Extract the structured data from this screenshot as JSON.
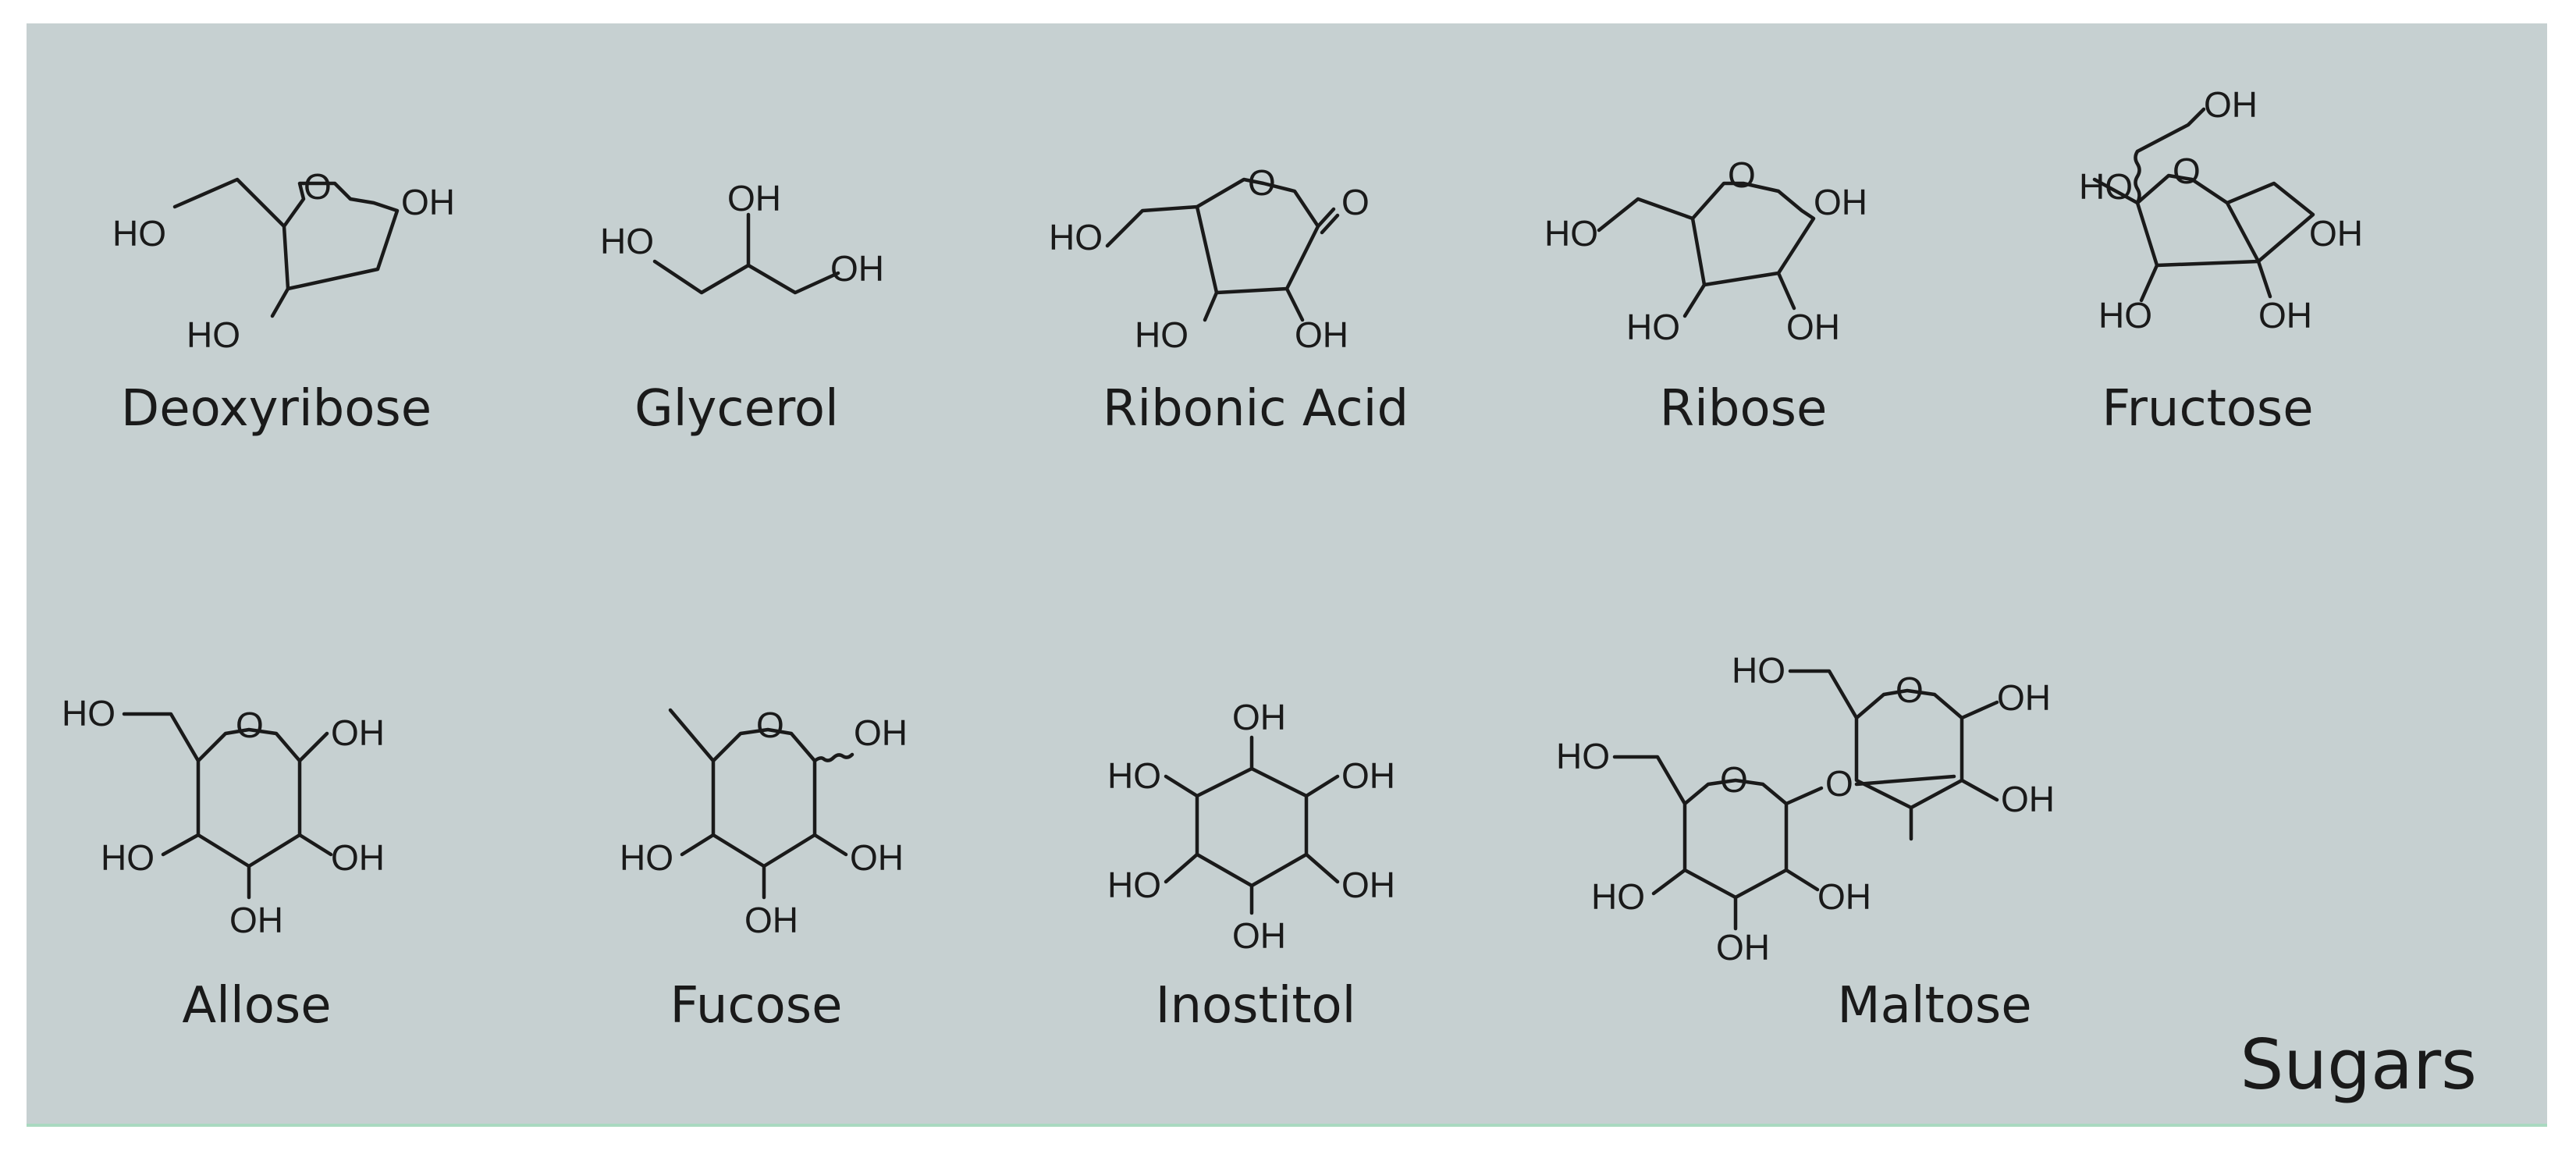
{
  "panel": {
    "section_label": "Sugars",
    "background": "#c6d0d1"
  },
  "molecules": [
    {
      "name": "Deoxyribose",
      "labels": [
        "HO",
        "O",
        "OH",
        "HO"
      ]
    },
    {
      "name": "Glycerol",
      "labels": [
        "HO",
        "OH",
        "OH"
      ]
    },
    {
      "name": "Ribonic Acid",
      "labels": [
        "HO",
        "O",
        "O",
        "HO",
        "OH"
      ]
    },
    {
      "name": "Ribose",
      "labels": [
        "HO",
        "O",
        "OH",
        "HO",
        "OH"
      ]
    },
    {
      "name": "Fructose",
      "labels": [
        "OH",
        "HO",
        "O",
        "OH",
        "HO",
        "OH"
      ]
    },
    {
      "name": "Allose",
      "labels": [
        "HO",
        "O",
        "OH",
        "HO",
        "OH",
        "OH"
      ]
    },
    {
      "name": "Fucose",
      "labels": [
        "O",
        "OH",
        "HO",
        "OH",
        "OH"
      ]
    },
    {
      "name": "Inostitol",
      "labels": [
        "OH",
        "HO",
        "OH",
        "HO",
        "OH",
        "OH"
      ]
    },
    {
      "name": "Maltose",
      "labels": [
        "HO",
        "O",
        "OH",
        "HO",
        "O",
        "HO",
        "OH",
        "OH",
        "O",
        "OH"
      ]
    }
  ]
}
